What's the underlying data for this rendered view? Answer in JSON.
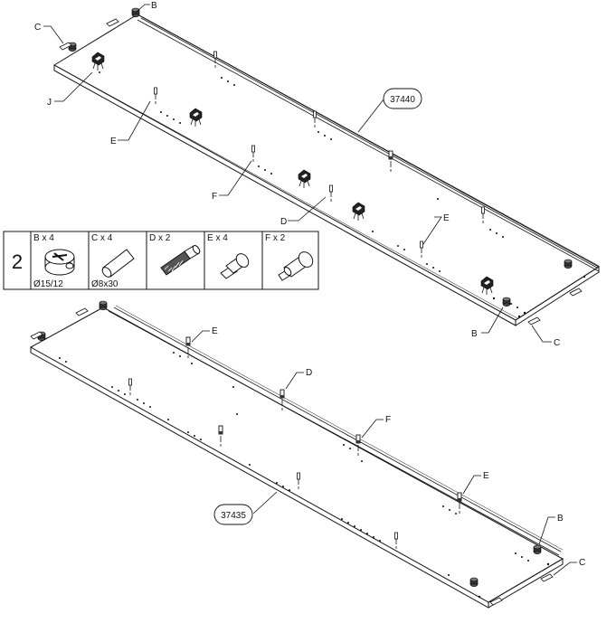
{
  "step_number": "2",
  "parts_table": [
    {
      "count_label": "B x 4",
      "size_label": "Ø15/12",
      "icon": "cam-lock-icon"
    },
    {
      "count_label": "C x 4",
      "size_label": "Ø8x30",
      "icon": "wooden-dowel-icon"
    },
    {
      "count_label": "D x 2",
      "size_label": "",
      "icon": "screw-dowel-icon"
    },
    {
      "count_label": "E x 4",
      "size_label": "",
      "icon": "cam-bolt-e-icon"
    },
    {
      "count_label": "F x 2",
      "size_label": "",
      "icon": "cam-bolt-f-icon"
    }
  ],
  "panels": {
    "top": {
      "part_number": "37440"
    },
    "bottom": {
      "part_number": "37435"
    }
  },
  "callouts": {
    "B": "B",
    "C": "C",
    "D": "D",
    "E": "E",
    "F": "F",
    "J": "J"
  }
}
